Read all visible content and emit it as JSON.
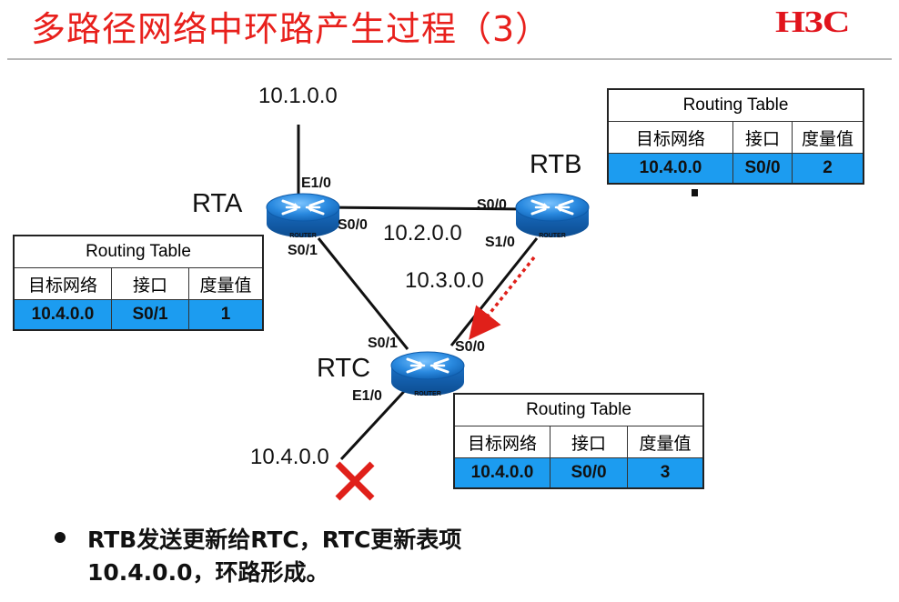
{
  "title": "多路径网络中环路产生过程（3）",
  "logo": "H3C",
  "routers": {
    "rta": {
      "name": "RTA",
      "icon_text": "ROUTER"
    },
    "rtb": {
      "name": "RTB",
      "icon_text": "ROUTER"
    },
    "rtc": {
      "name": "RTC",
      "icon_text": "ROUTER"
    }
  },
  "interfaces": {
    "rta_e10": "E1/0",
    "rta_s00": "S0/0",
    "rta_s01": "S0/1",
    "rtb_s00": "S0/0",
    "rtb_s10": "S1/0",
    "rtc_s01": "S0/1",
    "rtc_s00": "S0/0",
    "rtc_e10": "E1/0"
  },
  "networks": {
    "net1": "10.1.0.0",
    "net2": "10.2.0.0",
    "net3": "10.3.0.0",
    "net4": "10.4.0.0"
  },
  "tables": {
    "rta": {
      "caption": "Routing Table",
      "headers": [
        "目标网络",
        "接口",
        "度量值"
      ],
      "row": [
        "10.4.0.0",
        "S0/1",
        "1"
      ]
    },
    "rtb": {
      "caption": "Routing Table",
      "headers": [
        "目标网络",
        "接口",
        "度量值"
      ],
      "row": [
        "10.4.0.0",
        "S0/0",
        "2"
      ]
    },
    "rtc": {
      "caption": "Routing Table",
      "headers": [
        "目标网络",
        "接口",
        "度量值"
      ],
      "row": [
        "10.4.0.0",
        "S0/0",
        "3"
      ]
    }
  },
  "bullet": "RTB发送更新给RTC，RTC更新表项 10.4.0.0，环路形成。",
  "colors": {
    "title": "#e8201c",
    "table_highlight": "#1c9cf0",
    "update_arrow": "#e0201a",
    "failure_mark": "#e0201a",
    "router": "#1d84d8"
  },
  "icons": {
    "router": "router-icon",
    "failure": "cross-icon",
    "update": "dashed-arrow-icon"
  }
}
